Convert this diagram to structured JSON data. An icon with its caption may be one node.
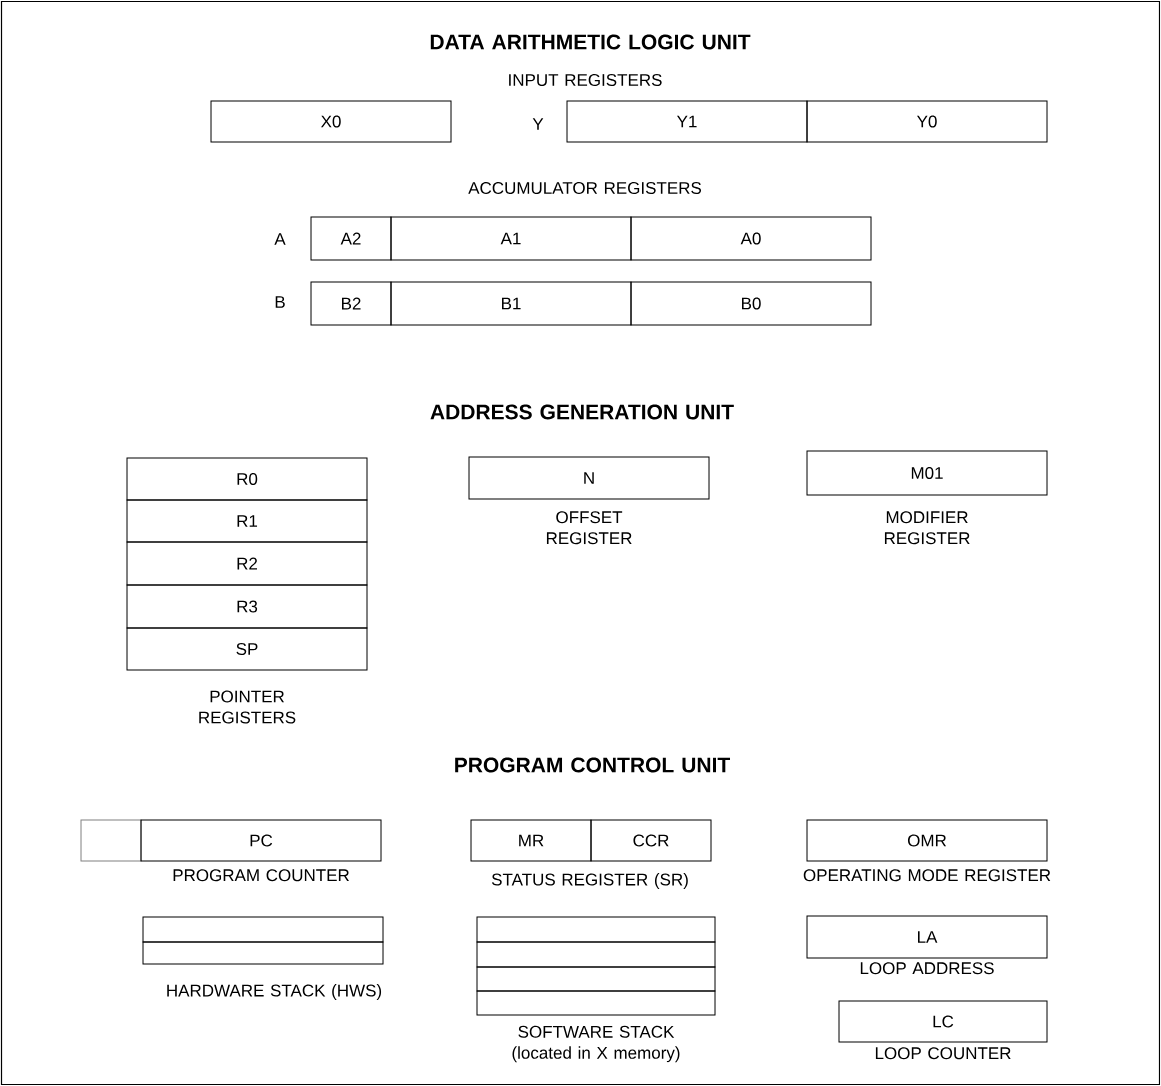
{
  "diagram": {
    "nodes": [
      {
        "text": [
          "X0"
        ]
      },
      {
        "text": [
          "Y1"
        ]
      },
      {
        "text": [
          "Y0"
        ]
      },
      {
        "text": [
          "A2"
        ]
      },
      {
        "text": [
          "A1"
        ]
      },
      {
        "text": [
          "A0"
        ]
      },
      {
        "text": [
          "B2"
        ]
      },
      {
        "text": [
          "B1"
        ]
      },
      {
        "text": [
          "B0"
        ]
      },
      {
        "text": [
          "R0"
        ]
      },
      {
        "text": [
          "R1"
        ]
      },
      {
        "text": [
          "R2"
        ]
      },
      {
        "text": [
          "R3"
        ]
      },
      {
        "text": [
          "SP"
        ]
      },
      {
        "text": [
          "N"
        ],
        "beside": [
          "OFFSET REGISTER"
        ]
      },
      {
        "text": [
          "M01"
        ],
        "beside": [
          "MODIFIER REGISTER"
        ]
      },
      {
        "text": [],
        "shape": "box"
      },
      {
        "text": [
          "PC"
        ],
        "beside": [
          "PROGRAM COUNTER"
        ]
      },
      {
        "text": [
          "MR"
        ]
      },
      {
        "text": [
          "CCR"
        ]
      },
      {
        "text": [
          "OMR"
        ],
        "beside": [
          "OPERATING MODE REGISTER"
        ]
      },
      {
        "text": [],
        "shape": "box"
      },
      {
        "text": [],
        "shape": "box"
      },
      {
        "text": [],
        "shape": "box"
      },
      {
        "text": [],
        "shape": "box"
      },
      {
        "text": [],
        "shape": "box"
      },
      {
        "text": [],
        "shape": "box"
      },
      {
        "text": [
          "LA"
        ],
        "beside": [
          "LOOP ADDRESS"
        ]
      },
      {
        "text": [
          "LC"
        ],
        "beside": [
          "LOOP COUNTER"
        ]
      }
    ],
    "edges": [],
    "labels": [
      "DATA ARITHMETIC LOGIC UNIT",
      "INPUT REGISTERS",
      "Y",
      "ACCUMULATOR REGISTERS",
      "A",
      "B",
      "ADDRESS GENERATION UNIT",
      "POINTER REGISTERS",
      "PROGRAM CONTROL UNIT",
      "STATUS REGISTER (SR)",
      "HARDWARE STACK (HWS)",
      "SOFTWARE STACK (located in X memory)"
    ]
  }
}
